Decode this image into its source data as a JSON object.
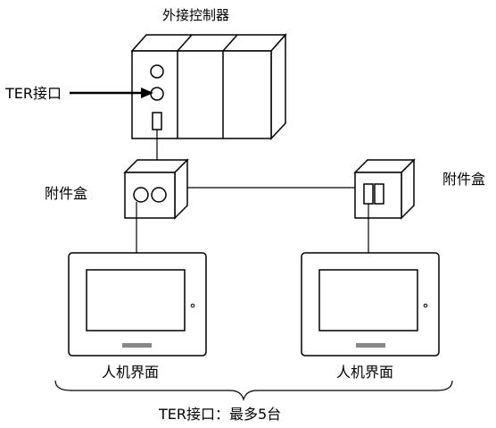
{
  "labels": {
    "controller_title": "外接控制器",
    "ter_port": "TER接口",
    "junction_box_left": "附件盒",
    "junction_box_right": "附件盒",
    "hmi_left": "人机界面",
    "hmi_right": "人机界面",
    "footnote": "TER接口：最多5台"
  }
}
